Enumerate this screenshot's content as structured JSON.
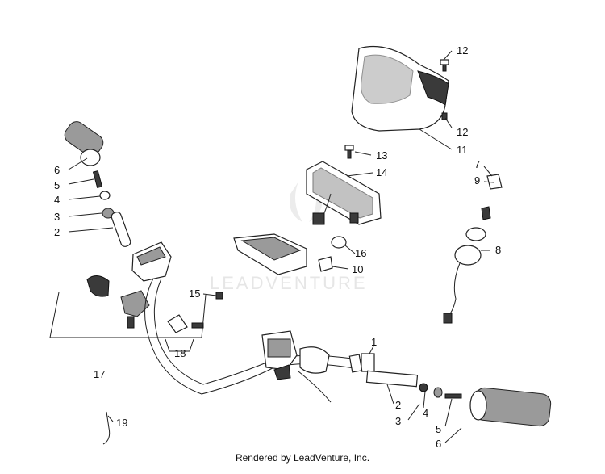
{
  "watermark": "LEADVENTURE",
  "footer": "Rendered by LeadVenture, Inc.",
  "callouts": [
    "1",
    "2",
    "2",
    "3",
    "3",
    "4",
    "4",
    "5",
    "5",
    "6",
    "6",
    "7",
    "8",
    "9",
    "10",
    "11",
    "12",
    "12",
    "13",
    "14",
    "15",
    "16",
    "17",
    "18",
    "19"
  ]
}
